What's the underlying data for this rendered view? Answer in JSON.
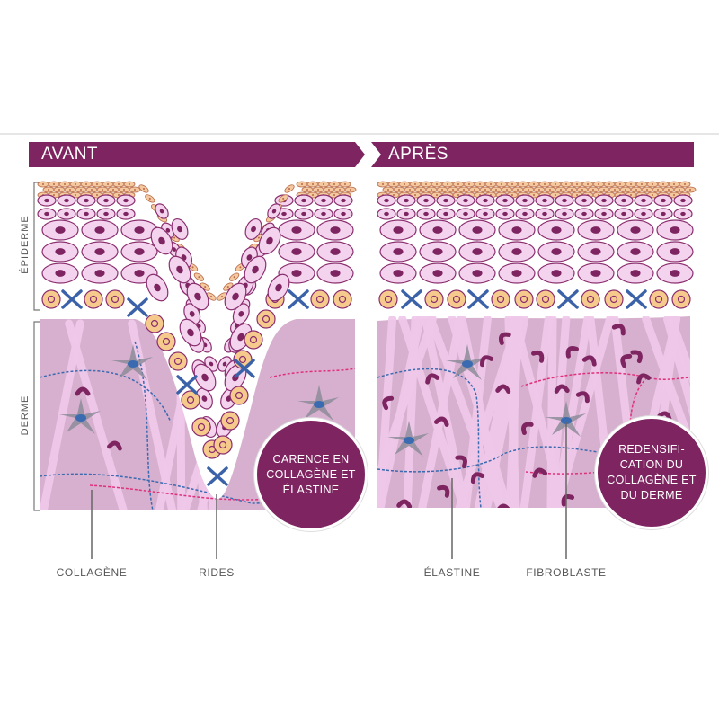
{
  "colors": {
    "brand": "#7e2561",
    "dermis": "#d7b0cf",
    "collagen": "#f0c9ea",
    "cell_fill": "#f3d3ee",
    "cell_stroke": "#8a2e6e",
    "nucleus": "#7e2561",
    "basal_fill": "#f6c98d",
    "cross": "#3b62a8",
    "elastin_blue": "#3a6ab0",
    "elastin_pink": "#e0307a",
    "fibroblast": "#8c8c9a"
  },
  "panels": {
    "before": {
      "title": "AVANT",
      "callout": "CARENCE EN COLLAGÈNE ET ÉLASTINE"
    },
    "after": {
      "title": "APRÈS",
      "callout": "REDENSIFI-CATION DU COLLAGÈNE ET DU DERME"
    }
  },
  "layers": {
    "epidermis": "ÉPIDERME",
    "dermis": "DERME"
  },
  "labels": {
    "collagen": "COLLAGÈNE",
    "wrinkles": "RIDES",
    "elastin": "ÉLASTINE",
    "fibroblast": "FIBROBLASTE"
  }
}
